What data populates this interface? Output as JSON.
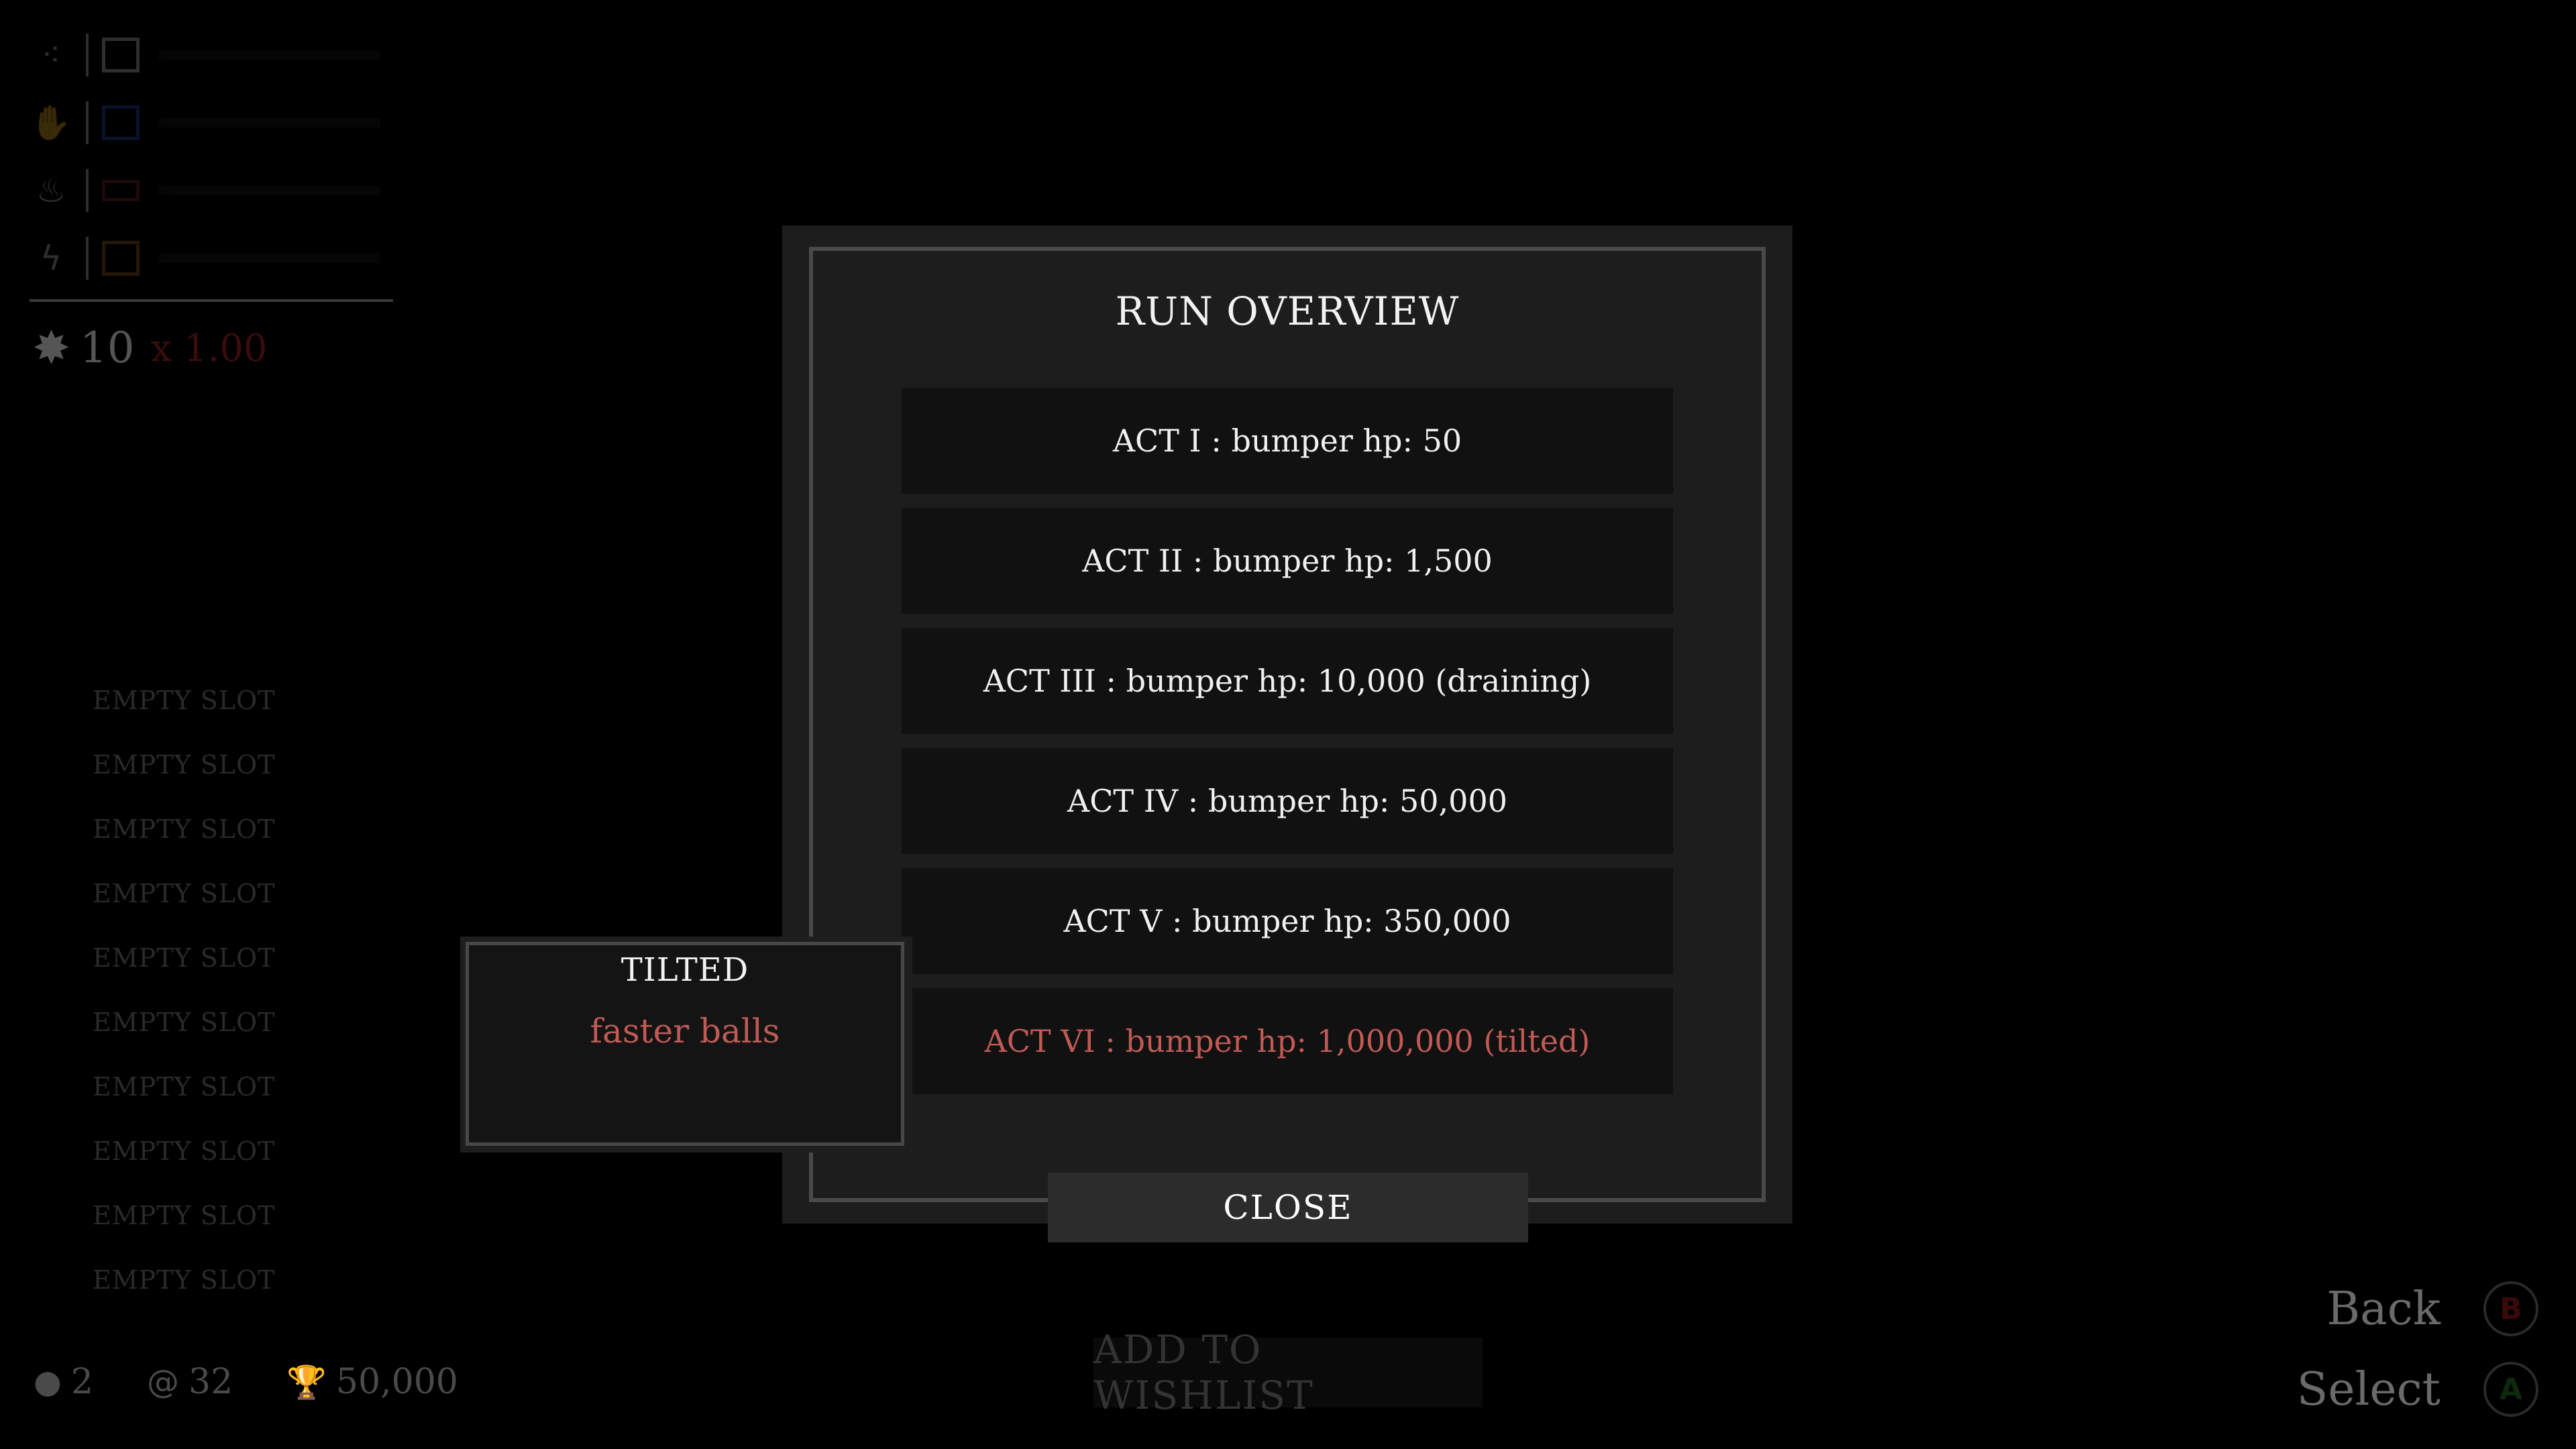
{
  "hud": {
    "stats": [
      {
        "icon": "nodes-icon",
        "glyph": "⁖"
      },
      {
        "icon": "hand-icon",
        "glyph": "✋"
      },
      {
        "icon": "flame-icon",
        "glyph": "🔥"
      },
      {
        "icon": "lightning-icon",
        "glyph": "⚡"
      }
    ],
    "score": {
      "value": "10",
      "multiplier": "x 1.00"
    },
    "slots": [
      "EMPTY SLOT",
      "EMPTY SLOT",
      "EMPTY SLOT",
      "EMPTY SLOT",
      "EMPTY SLOT",
      "EMPTY SLOT",
      "EMPTY SLOT",
      "EMPTY SLOT",
      "EMPTY SLOT",
      "EMPTY SLOT"
    ],
    "bottom": {
      "balls": "2",
      "coins": "32",
      "trophy": "50,000"
    }
  },
  "wishlist_label": "ADD TO WISHLIST",
  "modal": {
    "title": "RUN OVERVIEW",
    "acts": [
      {
        "label": "ACT I : bumper hp: 50",
        "tilted": false
      },
      {
        "label": "ACT II : bumper hp: 1,500",
        "tilted": false
      },
      {
        "label": "ACT III : bumper hp: 10,000 (draining)",
        "tilted": false
      },
      {
        "label": "ACT IV : bumper hp: 50,000",
        "tilted": false
      },
      {
        "label": "ACT V : bumper hp: 350,000",
        "tilted": false
      },
      {
        "label": "ACT VI : bumper hp: 1,000,000 (tilted)",
        "tilted": true
      }
    ],
    "close_label": "CLOSE"
  },
  "tooltip": {
    "title": "TILTED",
    "description": "faster balls"
  },
  "hints": [
    {
      "label": "Back",
      "button": "B",
      "color": "#3a0a0a"
    },
    {
      "label": "Select",
      "button": "A",
      "color": "#0e2a0e"
    }
  ]
}
